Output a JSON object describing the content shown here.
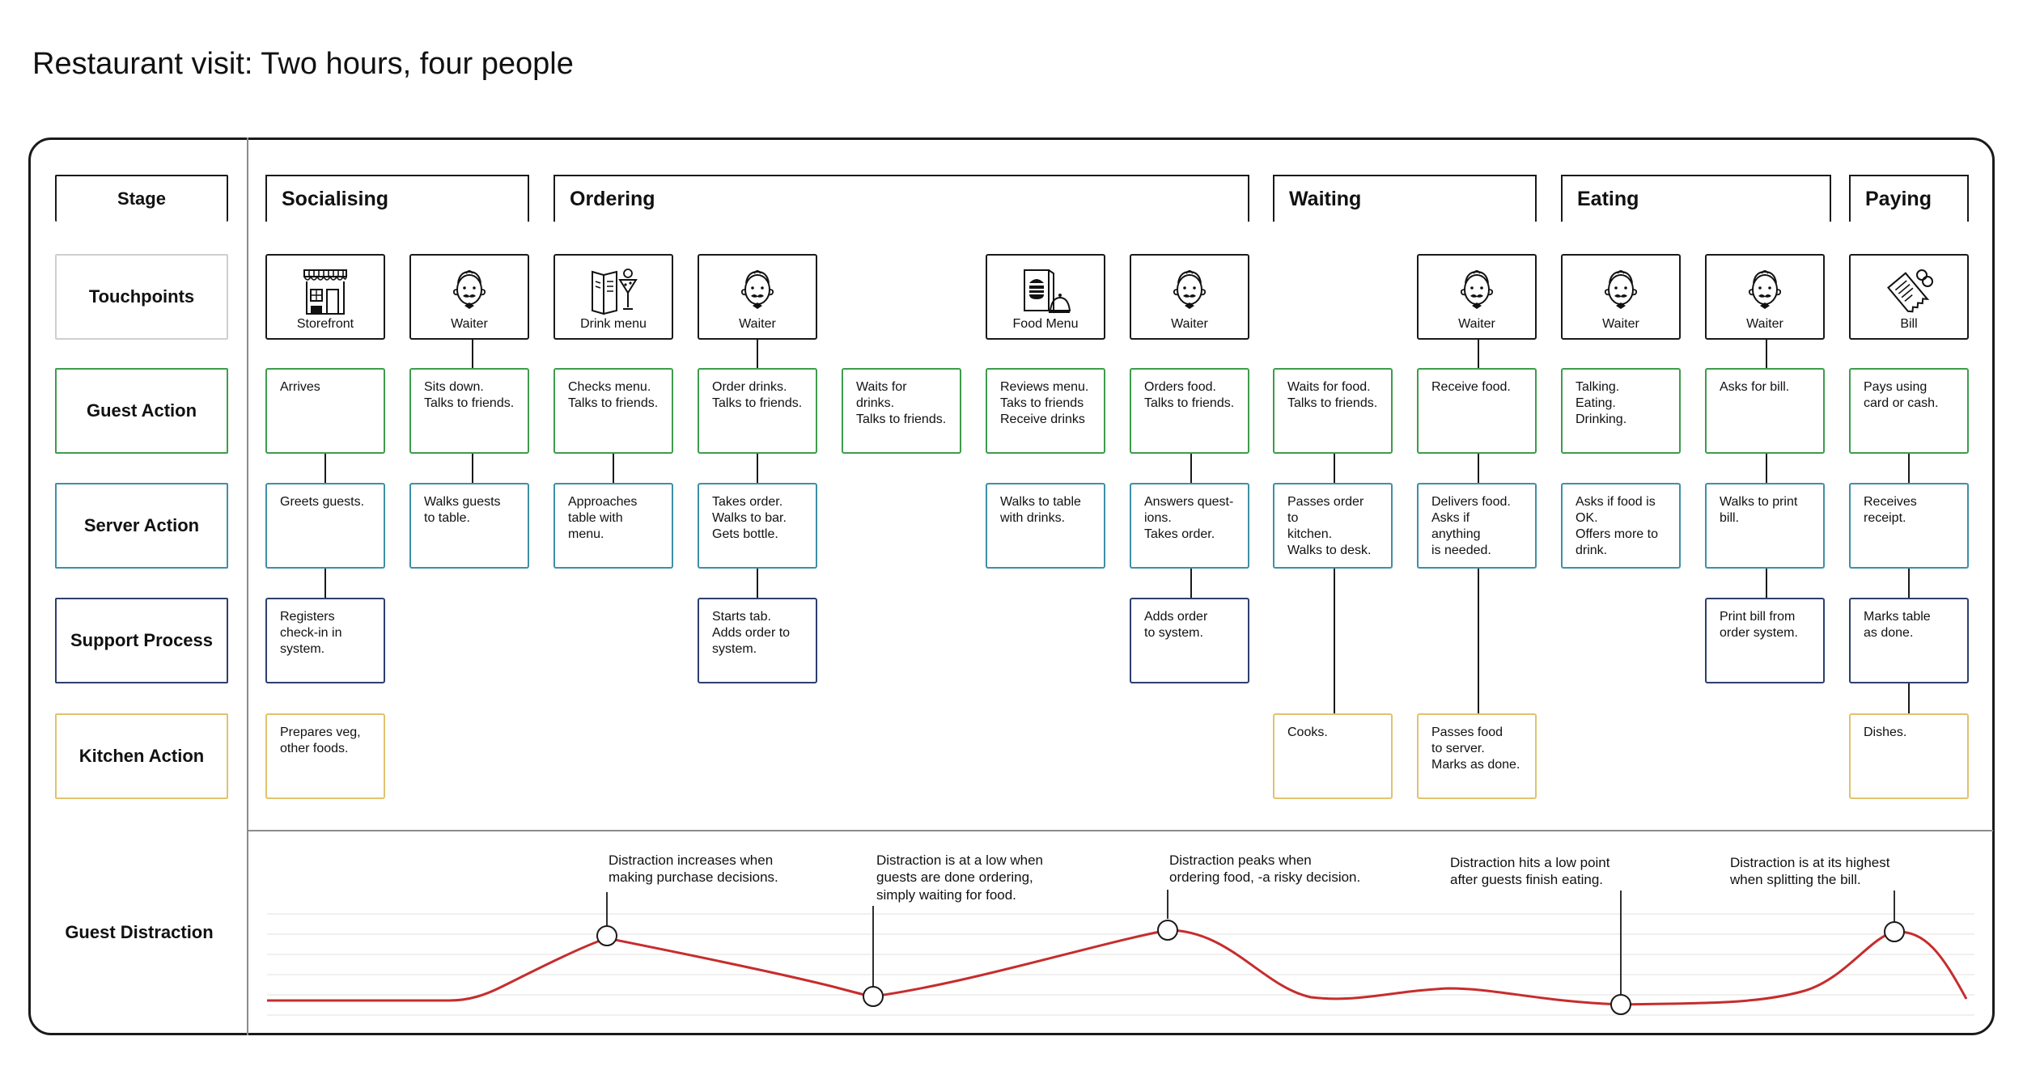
{
  "title": "Restaurant visit: Two hours, four people",
  "row_labels": {
    "stage": "Stage",
    "touchpoints": "Touchpoints",
    "guest_action": "Guest Action",
    "server_action": "Server Action",
    "support_process": "Support Process",
    "kitchen_action": "Kitchen Action",
    "guest_distraction": "Guest Distraction"
  },
  "stages": [
    "Socialising",
    "Ordering",
    "Waiting",
    "Eating",
    "Paying"
  ],
  "touchpoints": [
    "Storefront",
    "Waiter",
    "Drink menu",
    "Waiter",
    "Food Menu",
    "Waiter",
    "Waiter",
    "Waiter",
    "Waiter",
    "Bill"
  ],
  "guest_actions": [
    "Arrives",
    "Sits down.\nTalks to friends.",
    "Checks menu.\nTalks to friends.",
    "Order drinks.\nTalks to friends.",
    "Waits for drinks.\nTalks to friends.",
    "Reviews menu.\nTaks to friends\nReceive drinks",
    "Orders food.\nTalks to friends.",
    "Waits for food.\nTalks to friends.",
    "Receive food.",
    "Talking.\nEating.\nDrinking.",
    "Asks for bill.",
    "Pays using\ncard or cash."
  ],
  "server_actions": [
    "Greets guests.",
    "Walks guests\nto table.",
    "Approaches\ntable with menu.",
    "Takes order.\nWalks to bar.\nGets bottle.",
    "Walks to table\nwith drinks.",
    "Answers quest-\nions.\nTakes order.",
    "Passes order to\nkitchen.\nWalks to desk.",
    "Delivers food.\nAsks if anything\nis needed.",
    "Asks if food is\nOK.\nOffers more to\ndrink.",
    "Walks to print\nbill.",
    "Receives\nreceipt."
  ],
  "support_processes": [
    "Registers\ncheck-in in\nsystem.",
    "Starts tab.\nAdds order to\nsystem.",
    "Adds order\nto system.",
    "Print bill from\norder system.",
    "Marks table\nas done."
  ],
  "kitchen_actions": [
    "Prepares veg,\nother foods.",
    "Cooks.",
    "Passes food\nto server.\nMarks as done.",
    "Dishes."
  ],
  "annotations": [
    "Distraction increases when\nmaking purchase decisions.",
    "Distraction is at a low when\nguests are done ordering,\nsimply waiting for food.",
    "Distraction peaks when\nordering food, -a risky decision.",
    "Distraction hits a low point\nafter guests finish eating.",
    "Distraction is at its highest\nwhen splitting the bill."
  ],
  "colors": {
    "guest_action": "#3d9c4c",
    "server_action": "#3f8fa6",
    "support_process": "#2e3f6e",
    "kitchen_action": "#e0c36e",
    "curve": "#c62d2d"
  },
  "icons": [
    "storefront-icon",
    "waiter-icon",
    "drink-menu-icon",
    "food-menu-icon",
    "bill-icon"
  ]
}
